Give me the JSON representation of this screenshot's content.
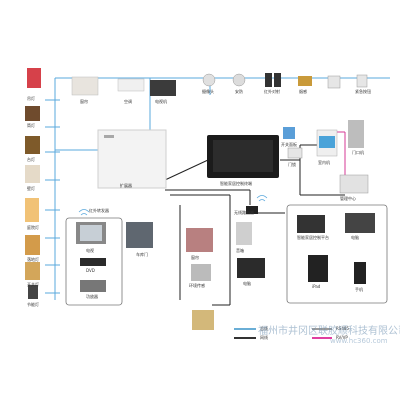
{
  "labels": {
    "left_column": [
      "吊灯",
      "筒灯",
      "台灯",
      "壁灯",
      "庭院灯",
      "落地灯",
      "开关灯",
      "节能灯"
    ],
    "top_row": [
      "窗帘",
      "空调",
      "电视机"
    ],
    "top_right_row": [
      "摄像头",
      "安防",
      "红外对射",
      "烟感",
      "紧急按钮"
    ],
    "controller": "扩展器",
    "touchscreen": "智能家居控制终端",
    "ir_transmitter": "红外转发器",
    "tv": "电视",
    "dvd": "DVD",
    "power_amp": "功放器",
    "garage": "车库门",
    "projector": "窗帘",
    "projector2": "幕布",
    "audio": "音箱",
    "router": "无线路由器",
    "computer": "电脑",
    "ipad": "iPad",
    "phone": "手机",
    "pc_remote": "智能家居控制平台",
    "laptop": "电脑",
    "env_sensor": "环境传感",
    "network": "网络",
    "switch_panel": "开关面板",
    "door_station": "门口机",
    "indoor_unit": "室内机",
    "manage_center": "管理中心",
    "lock": "门锁"
  },
  "legend": [
    {
      "text": "总线",
      "color": "#6aaed6"
    },
    {
      "text": "网线",
      "color": "#333333"
    },
    {
      "text": "RS485",
      "color": "#9b9b9b"
    },
    {
      "text": "RV/VP",
      "color": "#e040a0"
    }
  ],
  "watermark": "福州市井冈区联胶顺科技有限公司",
  "watermark_url": "www.hc360.com",
  "colors": {
    "bus": "#5aa8dc",
    "network": "#222222",
    "rs485": "#888888",
    "rvvp": "#d63a94"
  }
}
